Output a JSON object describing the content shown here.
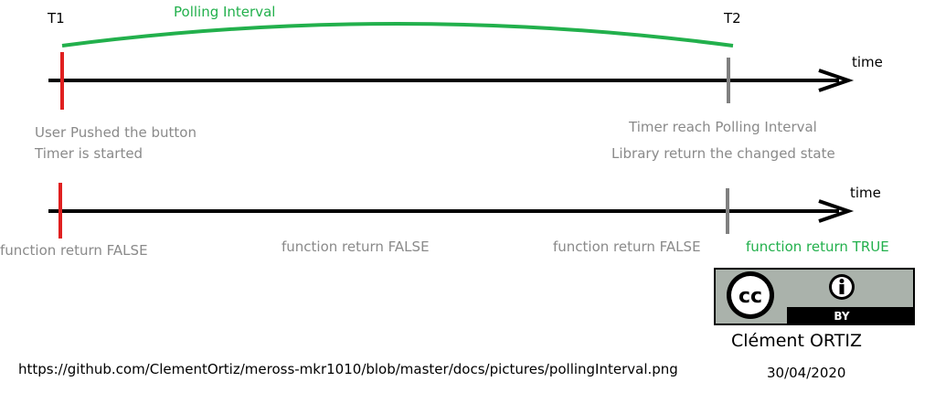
{
  "timeline_top": {
    "t1_label": "T1",
    "t2_label": "T2",
    "interval_label": "Polling Interval",
    "axis_label": "time",
    "start_caption": [
      "User Pushed the button",
      "Timer is started"
    ],
    "end_caption": [
      "Timer reach Polling Interval",
      "Library return the changed state"
    ]
  },
  "timeline_bottom": {
    "axis_label": "time",
    "returns": [
      "function return FALSE",
      "function return FALSE",
      "function return FALSE",
      "function return TRUE"
    ]
  },
  "license": {
    "cc_text": "cc",
    "by_text": "BY",
    "author": "Clément ORTIZ",
    "date": "30/04/2020"
  },
  "source_url": "https://github.com/ClementOrtiz/meross-mkr1010/blob/master/docs/pictures/pollingInterval.png",
  "colors": {
    "start_marker": "#e02020",
    "end_marker": "#808080",
    "interval_arc": "#22b04c",
    "axis": "#000000",
    "caption": "#8a8a8a",
    "true_text": "#22b04c"
  }
}
